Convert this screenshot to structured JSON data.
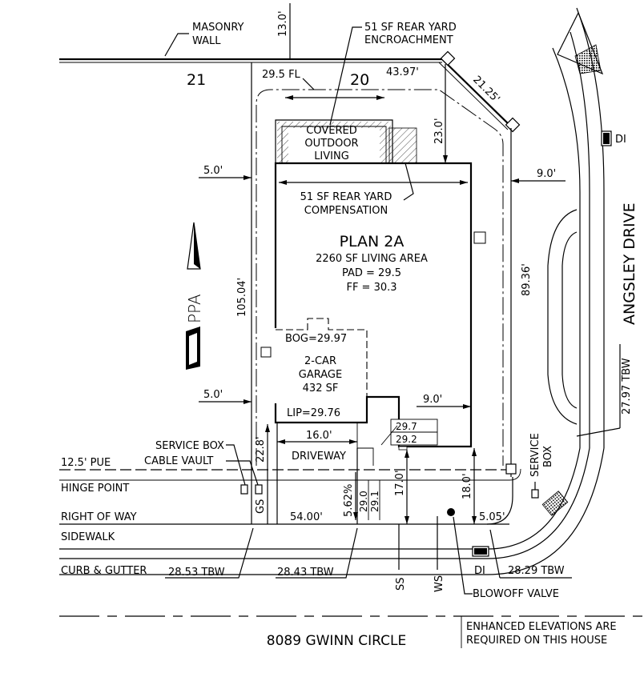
{
  "lots": {
    "left": "21",
    "right": "20"
  },
  "callouts": {
    "masonry_wall_1": "MASONRY",
    "masonry_wall_2": "WALL",
    "encroachment_1": "51 SF REAR YARD",
    "encroachment_2": "ENCROACHMENT",
    "covered_1": "COVERED",
    "covered_2": "OUTDOOR",
    "covered_3": "LIVING",
    "compensation_1": "51 SF REAR YARD",
    "compensation_2": "COMPENSATION"
  },
  "plan": {
    "name": "PLAN 2A",
    "area": "2260 SF LIVING AREA",
    "pad": "PAD = 29.5",
    "ff": "FF = 30.3"
  },
  "garage": {
    "bog": "BOG=29.97",
    "line1": "2-CAR",
    "line2": "GARAGE",
    "line3": "432 SF",
    "lip": "LIP=29.76"
  },
  "dimensions": {
    "d_13_0": "13.0'",
    "d_29_5_fl": "29.5 FL",
    "d_43_97": "43.97'",
    "d_21_25": "21.25'",
    "d_23_0": "23.0'",
    "d_9_0_top": "9.0'",
    "d_5_0_top": "5.0'",
    "d_5_0_bottom": "5.0'",
    "d_105_04": "105.04'",
    "d_89_36": "89.36'",
    "d_9_0_bottom": "9.0'",
    "d_16_0": "16.0'",
    "d_22_8": "22.8'",
    "d_54_00": "54.00'",
    "d_5_62": "5.62%",
    "d_29_0": "29.0",
    "d_29_1": "29.1",
    "d_17_0": "17.0'",
    "d_18_0": "18.0'",
    "d_5_05": "5.05'",
    "d_29_7": "29.7",
    "d_29_2": "29.2"
  },
  "labels": {
    "driveway": "DRIVEWAY",
    "service_box": "SERVICE BOX",
    "cable_vault": "CABLE VAULT",
    "pue": "12.5' PUE",
    "hinge_point": "HINGE POINT",
    "right_of_way": "RIGHT OF WAY",
    "sidewalk": "SIDEWALK",
    "curb_gutter": "CURB & GUTTER",
    "tbw_2853": "28.53 TBW",
    "tbw_2843": "28.43 TBW",
    "tbw_2829": "28.29 TBW",
    "tbw_2797": "27.97 TBW",
    "gs": "GS",
    "ss": "SS",
    "ws": "WS",
    "di_top": "DI",
    "di_bottom": "DI",
    "blowoff": "BLOWOFF VALVE",
    "service_box_right_1": "SERVICE",
    "service_box_right_2": "BOX",
    "street_right": "ANGSLEY DRIVE",
    "address": "8089 GWINN CIRCLE",
    "note_1": "ENHANCED ELEVATIONS ARE",
    "note_2": "REQUIRED ON THIS HOUSE"
  },
  "north_logo": "PPA",
  "colors": {
    "ink": "#000000",
    "paper": "#ffffff"
  }
}
